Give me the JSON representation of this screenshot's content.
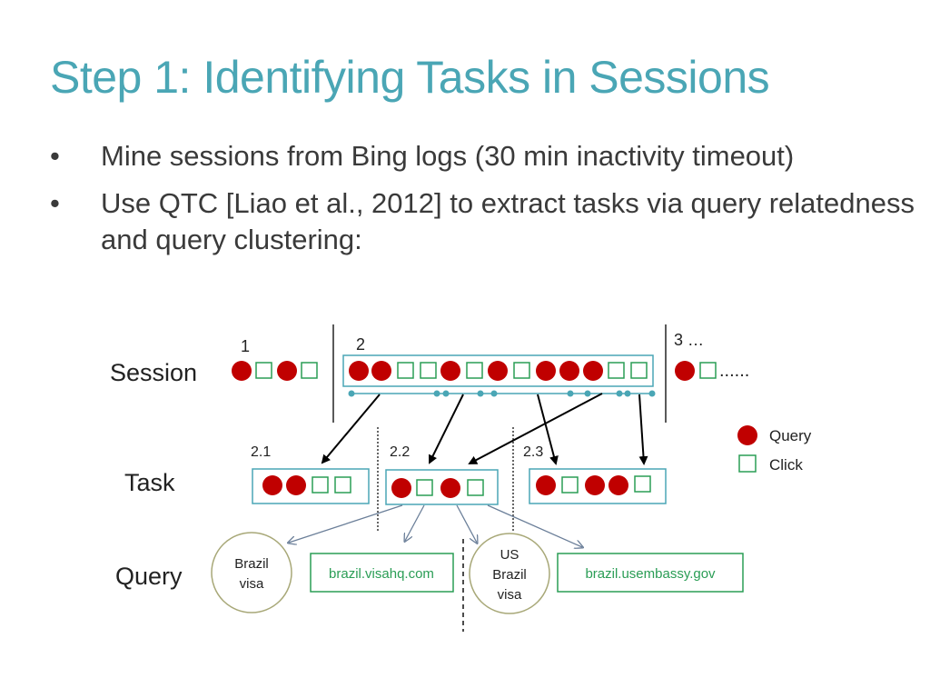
{
  "slide": {
    "title": "Step 1: Identifying Tasks in Sessions",
    "bullets": [
      {
        "marker": "•",
        "text": "Mine sessions from Bing logs (30 min inactivity timeout)"
      },
      {
        "marker": "•",
        "text": "Use QTC [Liao et al., 2012] to extract tasks via query relatedness and query clustering:"
      }
    ]
  },
  "diagram": {
    "row_labels": {
      "session": "Session",
      "task": "Task",
      "query": "Query"
    },
    "session_numbers": [
      "1",
      "2",
      "3 …"
    ],
    "session_ellipsis": "......",
    "sessions": [
      {
        "id": "1",
        "items": [
          "query",
          "click",
          "query",
          "click"
        ]
      },
      {
        "id": "2",
        "items": [
          "query",
          "query",
          "click",
          "click",
          "query",
          "click",
          "query",
          "click",
          "query",
          "query",
          "query",
          "click",
          "click"
        ]
      },
      {
        "id": "3",
        "items": [
          "query",
          "click"
        ]
      }
    ],
    "task_labels": [
      "2.1",
      "2.2",
      "2.3"
    ],
    "tasks": [
      {
        "id": "2.1",
        "items": [
          "query",
          "query",
          "click",
          "click"
        ]
      },
      {
        "id": "2.2",
        "items": [
          "query",
          "click",
          "query",
          "click"
        ]
      },
      {
        "id": "2.3",
        "items": [
          "query",
          "click",
          "query",
          "query",
          "click"
        ]
      }
    ],
    "legend": {
      "query": "Query",
      "click": "Click"
    },
    "query_nodes": [
      {
        "kind": "query",
        "lines": [
          "Brazil",
          "visa"
        ]
      },
      {
        "kind": "url",
        "text": "brazil.visahq.com"
      },
      {
        "kind": "query",
        "lines": [
          "US",
          "Brazil",
          "visa"
        ]
      },
      {
        "kind": "url",
        "text": "brazil.usembassy.gov"
      }
    ],
    "colors": {
      "title": "#4aa6b5",
      "text": "#3a3a3a",
      "query_dot": "#c00000",
      "click_square": "#2a9d55",
      "box_border": "#4aa6b5",
      "timeline": "#4aa6b5",
      "query_circle_border": "#a8a878",
      "url_border": "#2a9d55",
      "arrow": "#000000",
      "thin_arrow": "#6b7f99"
    }
  }
}
